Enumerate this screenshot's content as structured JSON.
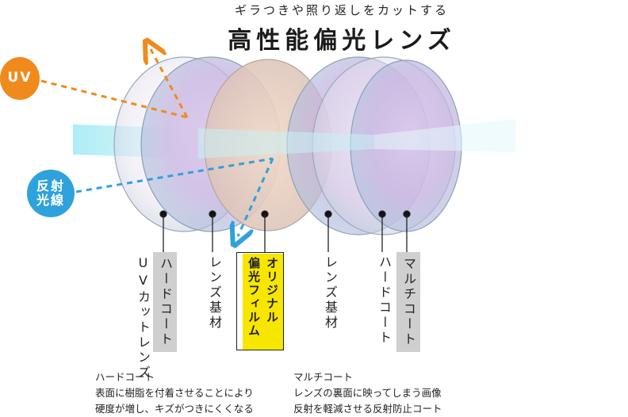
{
  "header": {
    "subtitle": "ギラつきや照り返しをカットする",
    "title": "高性能偏光レンズ"
  },
  "badges": {
    "uv": "UV",
    "reflection_line1": "反射",
    "reflection_line2": "光線"
  },
  "layers": {
    "uv_cut": "UVカットレンズ",
    "hard_coat_left": "ハードコート",
    "lens_base_left": "レンズ基材",
    "polar_film_line1": "オリジナル",
    "polar_film_line2": "偏光フィルム",
    "lens_base_right": "レンズ基材",
    "hard_coat_right": "ハードコート",
    "multi_coat": "マルチコート"
  },
  "descriptions": {
    "hard_coat": {
      "title": "ハードコート",
      "line1": "表面に樹脂を付着させることにより",
      "line2": "硬度が増し、キズがつきにくくなる"
    },
    "multi_coat": {
      "title": "マルチコート",
      "line1": "レンズの裏面に映ってしまう画像",
      "line2": "反射を軽減させる反射防止コート"
    }
  },
  "colors": {
    "uv": "#f08a1c",
    "reflection": "#2ea2dc",
    "polar_highlight": "#f7e600",
    "label_gray": "#cfcfcf"
  }
}
